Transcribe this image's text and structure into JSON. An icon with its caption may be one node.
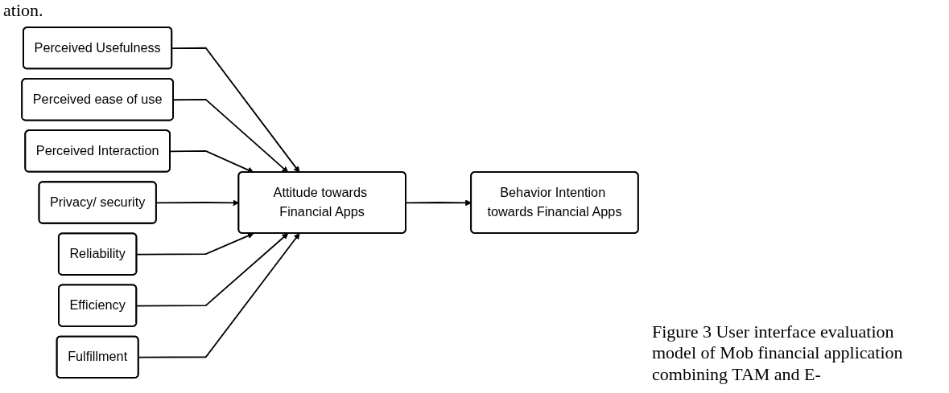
{
  "diagram": {
    "caption": "Figure 3 User interface evaluation model of Mob financial application combining TAM and E-",
    "nodes": [
      {
        "text": [
          "Perceived Usefulness"
        ]
      },
      {
        "text": [
          "Perceived ease of use"
        ]
      },
      {
        "text": [
          "Perceived Interaction"
        ]
      },
      {
        "text": [
          "Privacy/ security"
        ]
      },
      {
        "text": [
          "Reliability"
        ]
      },
      {
        "text": [
          "Efficiency"
        ]
      },
      {
        "text": [
          "Fulfillment"
        ]
      },
      {
        "text": [
          "Attitude towards Financial Apps"
        ]
      },
      {
        "text": [
          "Behavior Intention towards Financial Apps"
        ]
      }
    ],
    "edges": [
      {
        "from": 0,
        "to": 7,
        "arrow": "to"
      },
      {
        "from": 1,
        "to": 7,
        "arrow": "to"
      },
      {
        "from": 2,
        "to": 7,
        "arrow": "to"
      },
      {
        "from": 3,
        "to": 7,
        "arrow": "to"
      },
      {
        "from": 4,
        "to": 7,
        "arrow": "to"
      },
      {
        "from": 5,
        "to": 7,
        "arrow": "to"
      },
      {
        "from": 6,
        "to": 7,
        "arrow": "to"
      },
      {
        "from": 7,
        "to": 8,
        "arrow": "to"
      }
    ],
    "labels": [
      "ation."
    ]
  }
}
